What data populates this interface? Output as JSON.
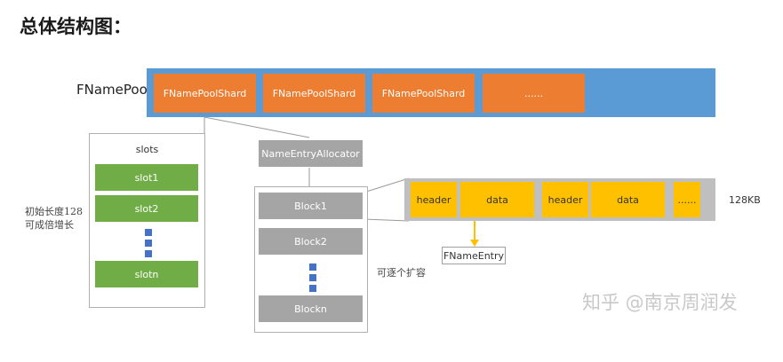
{
  "title": "总体结构图：",
  "pool": {
    "label": "FNamePool",
    "shards": [
      "FNamePoolShard",
      "FNamePoolShard",
      "FNamePoolShard",
      "......"
    ]
  },
  "slots": {
    "header": "slots",
    "items": [
      "slot1",
      "slot2",
      "slotn"
    ],
    "note_line1": "初始长度128",
    "note_line2": "可成倍增长"
  },
  "allocator": {
    "label": "NameEntryAllocator",
    "blocks": [
      "Block1",
      "Block2",
      "Blockn"
    ],
    "note": "可逐个扩容"
  },
  "memory": {
    "cells": [
      "header",
      "data",
      "header",
      "data",
      "......"
    ],
    "size_label": "128KB",
    "entry_label": "FNameEntry"
  },
  "watermark": "知乎 @南京周润发",
  "colors": {
    "pool_bar": "#5b9bd5",
    "shard": "#ed7d31",
    "slot": "#70ad47",
    "block": "#a5a5a5",
    "cell": "#ffc000",
    "dots": "#4472c4"
  }
}
